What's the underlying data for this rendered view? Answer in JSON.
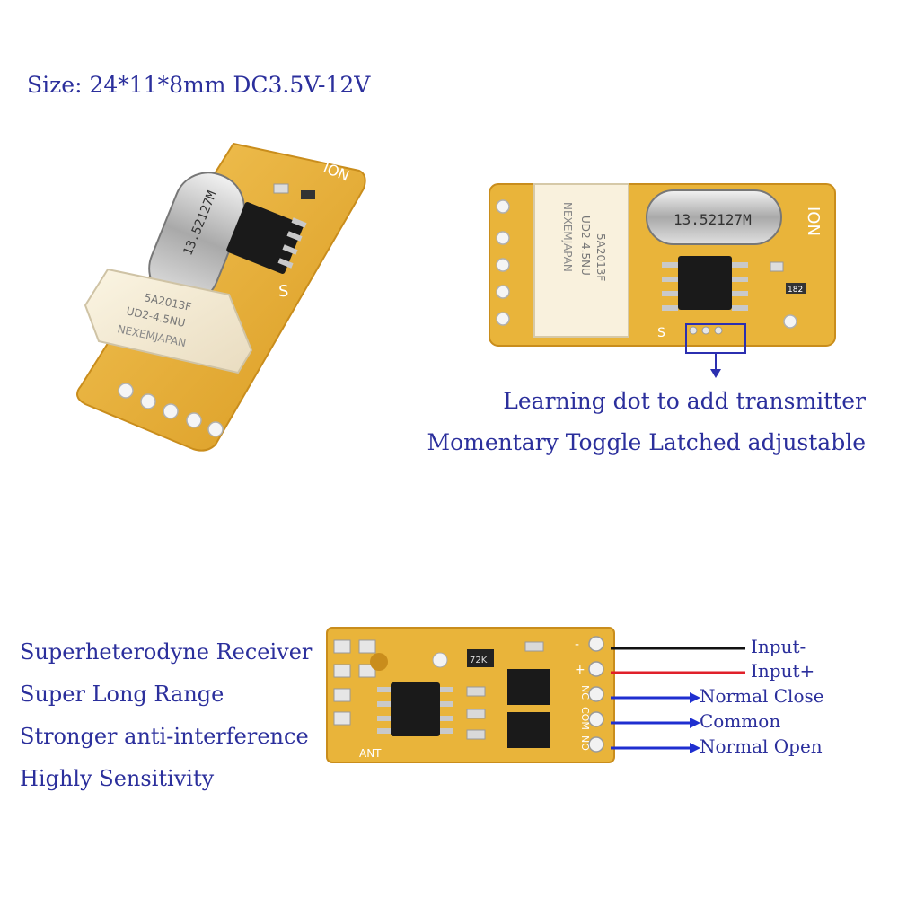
{
  "header": {
    "specs": "Size: 24*11*8mm  DC3.5V-12V"
  },
  "notes": {
    "learning": "Learning dot to add transmitter",
    "modes": "Momentary Toggle Latched adjustable"
  },
  "features": [
    "Superheterodyne Receiver",
    "Super Long Range",
    "Stronger anti-interference",
    "Highly Sensitivity"
  ],
  "module_a": {
    "crystal_marking": "13.52127M",
    "relay_lines": [
      "5A2013F",
      "UD2-4.5NU",
      "NEXEMJAPAN"
    ],
    "pad_label_top": "ION",
    "pad_label_side": "S"
  },
  "module_b": {
    "crystal_marking": "13.52127M",
    "relay_lines": [
      "5A2013F",
      "UD2-4.5NU",
      "NEXEMJAPAN"
    ],
    "pad_label": "ION",
    "resistor_marking": "182",
    "side_label": "S"
  },
  "module_c": {
    "antenna_label": "ANT",
    "transistor_marking": "72K",
    "pin_labels": [
      "-",
      "+",
      "NC",
      "COM",
      "NO"
    ]
  },
  "wiring": {
    "input_minus": "Input-",
    "input_plus": "Input+",
    "normal_close": "Normal Close",
    "common": "Common",
    "normal_open": "Normal Open"
  },
  "colors": {
    "text": "#2b2f9c",
    "pcb": "#e9b43a",
    "wire_black": "#111111",
    "wire_red": "#e0202a",
    "wire_blue": "#1f2fd0",
    "highlight_box": "#2b2fb0"
  }
}
